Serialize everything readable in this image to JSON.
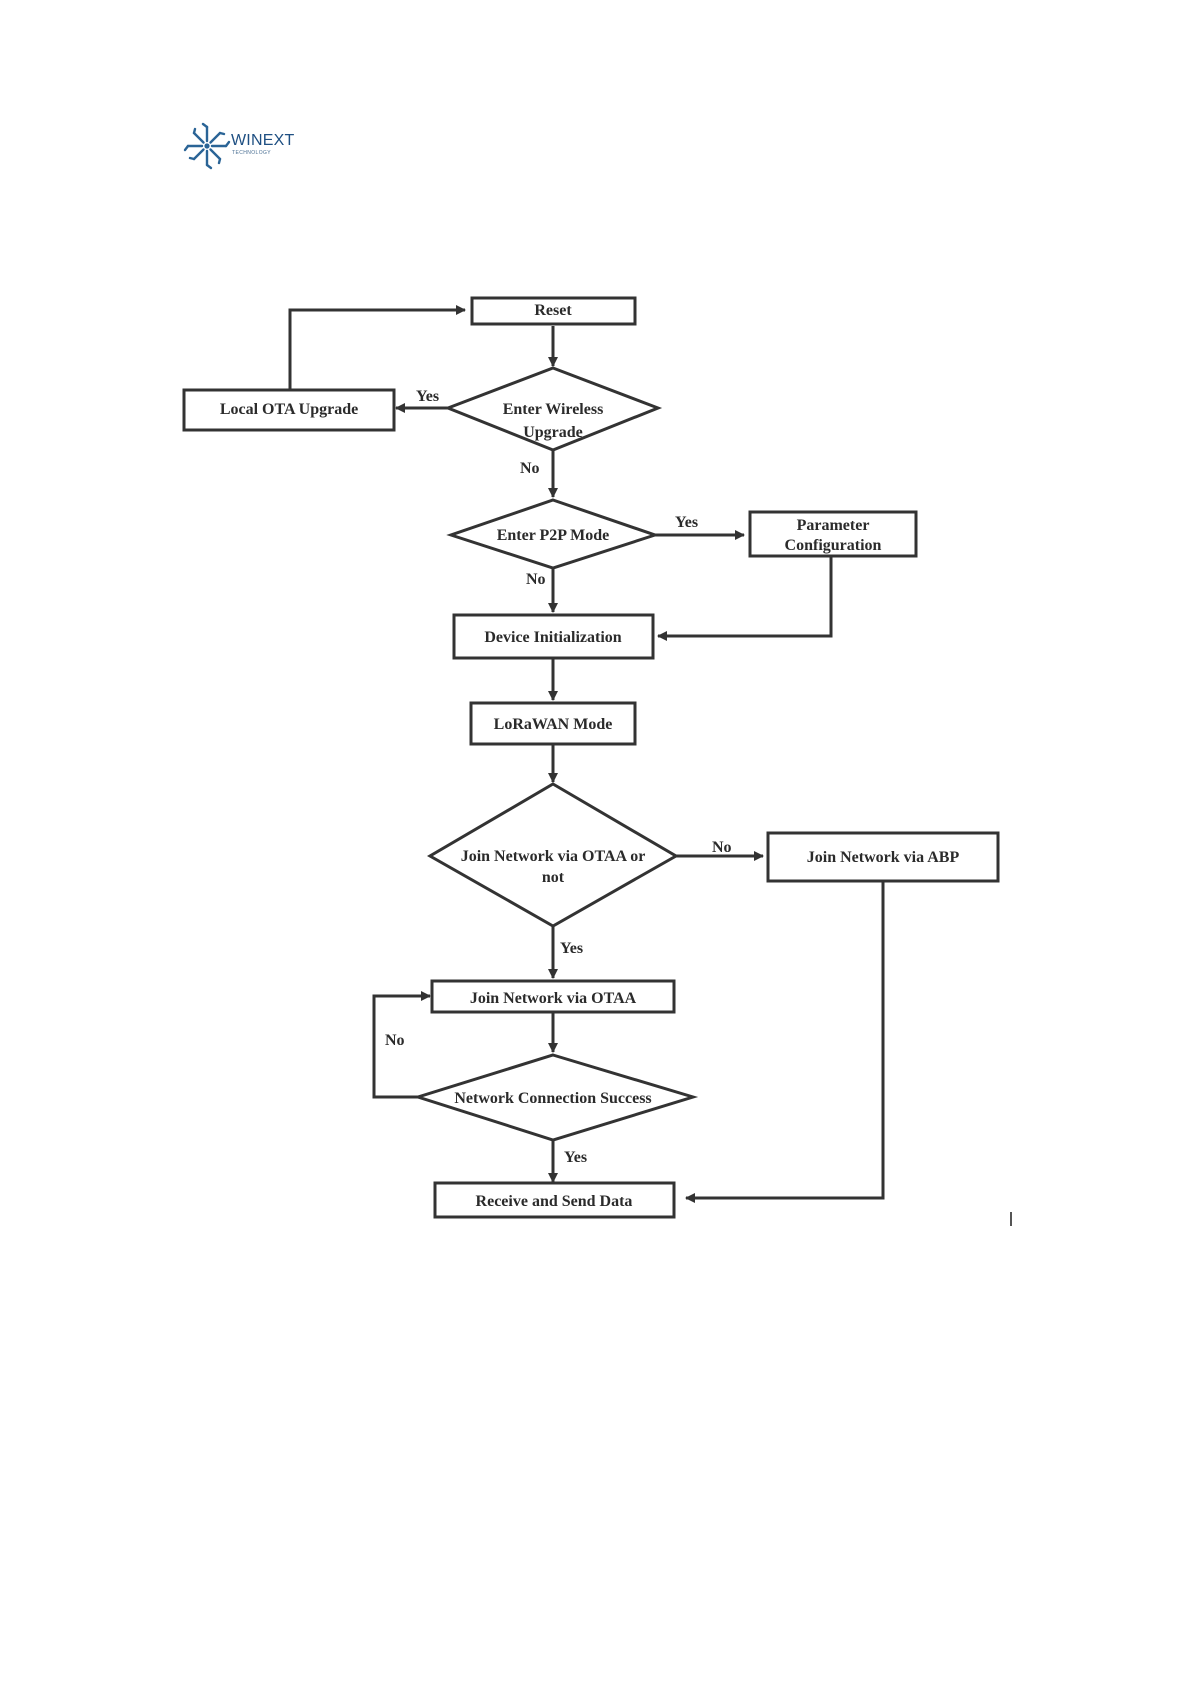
{
  "logo": {
    "brand": "WINEXT",
    "subtitle": "TECHNOLOGY",
    "color": "#2a6496"
  },
  "flowchart": {
    "nodes": {
      "reset": "Reset",
      "wireless_upgrade": [
        "Enter Wireless",
        "Upgrade"
      ],
      "local_ota": "Local OTA Upgrade",
      "p2p_mode": "Enter P2P Mode",
      "parameter_config": [
        "Parameter",
        "Configuration"
      ],
      "device_init": "Device Initialization",
      "lorawan_mode": "LoRaWAN Mode",
      "otaa_decision": [
        "Join Network via OTAA or",
        "not"
      ],
      "join_abp": "Join Network via ABP",
      "join_otaa": "Join Network via OTAA",
      "connection_success": "Network Connection Success",
      "receive_send": "Receive and Send Data"
    },
    "edge_labels": {
      "upgrade_yes": "Yes",
      "upgrade_no": "No",
      "p2p_yes": "Yes",
      "p2p_no": "No",
      "otaa_no": "No",
      "otaa_yes": "Yes",
      "success_no": "No",
      "success_yes": "Yes"
    }
  }
}
